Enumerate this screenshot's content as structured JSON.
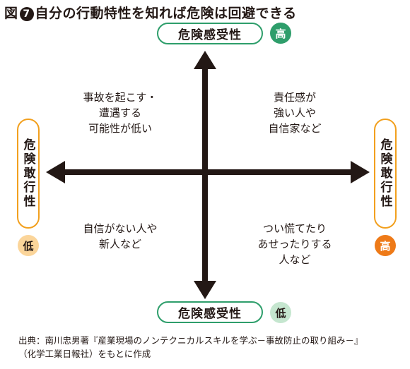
{
  "title": {
    "prefix": "図",
    "number": "7",
    "text": "自分の行動特性を知れば危険は回避できる"
  },
  "axes": {
    "top": {
      "label": "危険感受性",
      "badge": "高"
    },
    "bottom": {
      "label": "危険感受性",
      "badge": "低"
    },
    "left": {
      "label": "危険敢行性",
      "badge": "低"
    },
    "right": {
      "label": "危険敢行性",
      "badge": "高"
    }
  },
  "quadrants": {
    "top_left": "事故を起こす・\n遭遇する\n可能性が低い",
    "top_right": "責任感が\n強い人や\n自信家など",
    "bottom_left": "自信がない人や\n新人など",
    "bottom_right": "つい慌てたり\nあせったりする\n人など"
  },
  "source": {
    "line1": "出典：南川忠男著『産業現場のノンテクニカルスキルを学ぶ－事故防止の取り組み－』",
    "line2": "（化学工業日報社）をもとに作成"
  },
  "colors": {
    "green": "#2e9e6b",
    "green_light": "#c5e6cf",
    "orange": "#ee7a18",
    "orange_light": "#fbd59a",
    "arrow": "#231815"
  }
}
